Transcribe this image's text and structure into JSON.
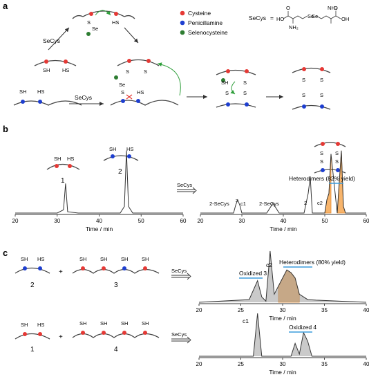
{
  "panels": {
    "a": "a",
    "b": "b",
    "c": "c"
  },
  "legend": {
    "items": [
      {
        "label": "Cysteine",
        "color": "#e53935"
      },
      {
        "label": "Penicillamine",
        "color": "#1e3fd0"
      },
      {
        "label": "Selenocysteine",
        "color": "#2e7d32"
      }
    ],
    "secys_label": "SeCys",
    "equals": "=",
    "structure_atoms": {
      "ho1": "HO",
      "ho2": "OH",
      "nh2a": "NH₂",
      "nh2b": "NH₂",
      "se1": "Se",
      "se2": "Se",
      "o1": "O",
      "o2": "O"
    }
  },
  "colors": {
    "highlight_fill": "#f7b46b",
    "highlight_stroke": "#e98b2c",
    "trace": "#333333",
    "blue_bar": "#3a9bdc",
    "red_cross": "#e53935",
    "green_arrow": "#2e9e3a"
  },
  "scheme_a": {
    "reagent1": "SeCys",
    "reagent2": "SeCys",
    "sh": "SH",
    "hs": "HS",
    "s": "S",
    "se": "Se"
  },
  "panel_b": {
    "left_axis": {
      "ticks": [
        "20",
        "30",
        "40",
        "50",
        "60"
      ],
      "label": "Time / min"
    },
    "right_axis": {
      "ticks": [
        "20",
        "30",
        "40",
        "50",
        "60"
      ],
      "label": "Time / min"
    },
    "cmpd1": "1",
    "cmpd2": "2",
    "reagent": "SeCys",
    "heterodimers": "Heterodimers (82% yield)",
    "peaks": {
      "secys2": "2-SeCys",
      "secys2_sup": "2",
      "c1": "c1",
      "secys": "2-SeCys",
      "two": "2",
      "c2": "c2"
    }
  },
  "panel_c": {
    "row1": {
      "left": "2",
      "right": "3",
      "plus": "+",
      "reagent": "SeCys",
      "oxidized": "Oxidized 3",
      "c2": "c2",
      "heterodimers": "Heterodimers (80% yield)"
    },
    "row2": {
      "left": "1",
      "right": "4",
      "plus": "+",
      "reagent": "SeCys",
      "c1": "c1",
      "oxidized": "Oxidized 4"
    },
    "axis": {
      "ticks": [
        "20",
        "25",
        "30",
        "35",
        "40"
      ],
      "label": "Time / min"
    }
  },
  "chart_data": [
    {
      "type": "line",
      "title": "",
      "xlabel": "Time / min",
      "ylabel": "",
      "xlim": [
        20,
        60
      ],
      "series": [
        {
          "name": "",
          "x": [
            20,
            30,
            31.5,
            32,
            32.5,
            35,
            45,
            46,
            46.5,
            47,
            48,
            60
          ],
          "y": [
            0,
            0,
            0.05,
            0.45,
            0.02,
            0,
            0,
            0.1,
            0.95,
            0.1,
            0,
            0
          ]
        }
      ]
    },
    {
      "type": "line",
      "title": "",
      "xlabel": "Time / min",
      "ylabel": "",
      "xlim": [
        20,
        60
      ],
      "series": [
        {
          "name": "",
          "x": [
            20,
            28,
            28.5,
            29,
            29.5,
            30,
            36,
            37.5,
            39,
            45,
            46,
            46.5,
            47,
            50,
            50.5,
            51,
            51.5,
            53,
            54,
            54.5,
            55,
            60
          ],
          "y": [
            0,
            0,
            0.12,
            0.2,
            0.12,
            0,
            0,
            0.15,
            0,
            0,
            0.3,
            0.55,
            0,
            0,
            0.2,
            0.3,
            0.9,
            0,
            0.95,
            0.1,
            0,
            0
          ]
        }
      ]
    },
    {
      "type": "line",
      "title": "",
      "xlabel": "Time / min",
      "ylabel": "",
      "xlim": [
        20,
        40
      ],
      "series": [
        {
          "name": "",
          "x": [
            20,
            26,
            27,
            27.5,
            28,
            28.5,
            29,
            29.5,
            30,
            30.5,
            31,
            31.5,
            32,
            33,
            34,
            40
          ],
          "y": [
            0,
            0.05,
            0.4,
            0.1,
            0.02,
            0.95,
            0.15,
            0.3,
            0.45,
            0.6,
            0.55,
            0.45,
            0.15,
            0.05,
            0.04,
            0
          ]
        }
      ]
    },
    {
      "type": "line",
      "title": "",
      "xlabel": "Time / min",
      "ylabel": "",
      "xlim": [
        20,
        40
      ],
      "series": [
        {
          "name": "",
          "x": [
            20,
            26.5,
            27,
            27.5,
            31,
            31.5,
            32,
            32.5,
            33,
            33.5,
            40
          ],
          "y": [
            0,
            0,
            1.0,
            0,
            0,
            0.3,
            0.05,
            0.55,
            0.35,
            0,
            0
          ]
        }
      ]
    }
  ]
}
